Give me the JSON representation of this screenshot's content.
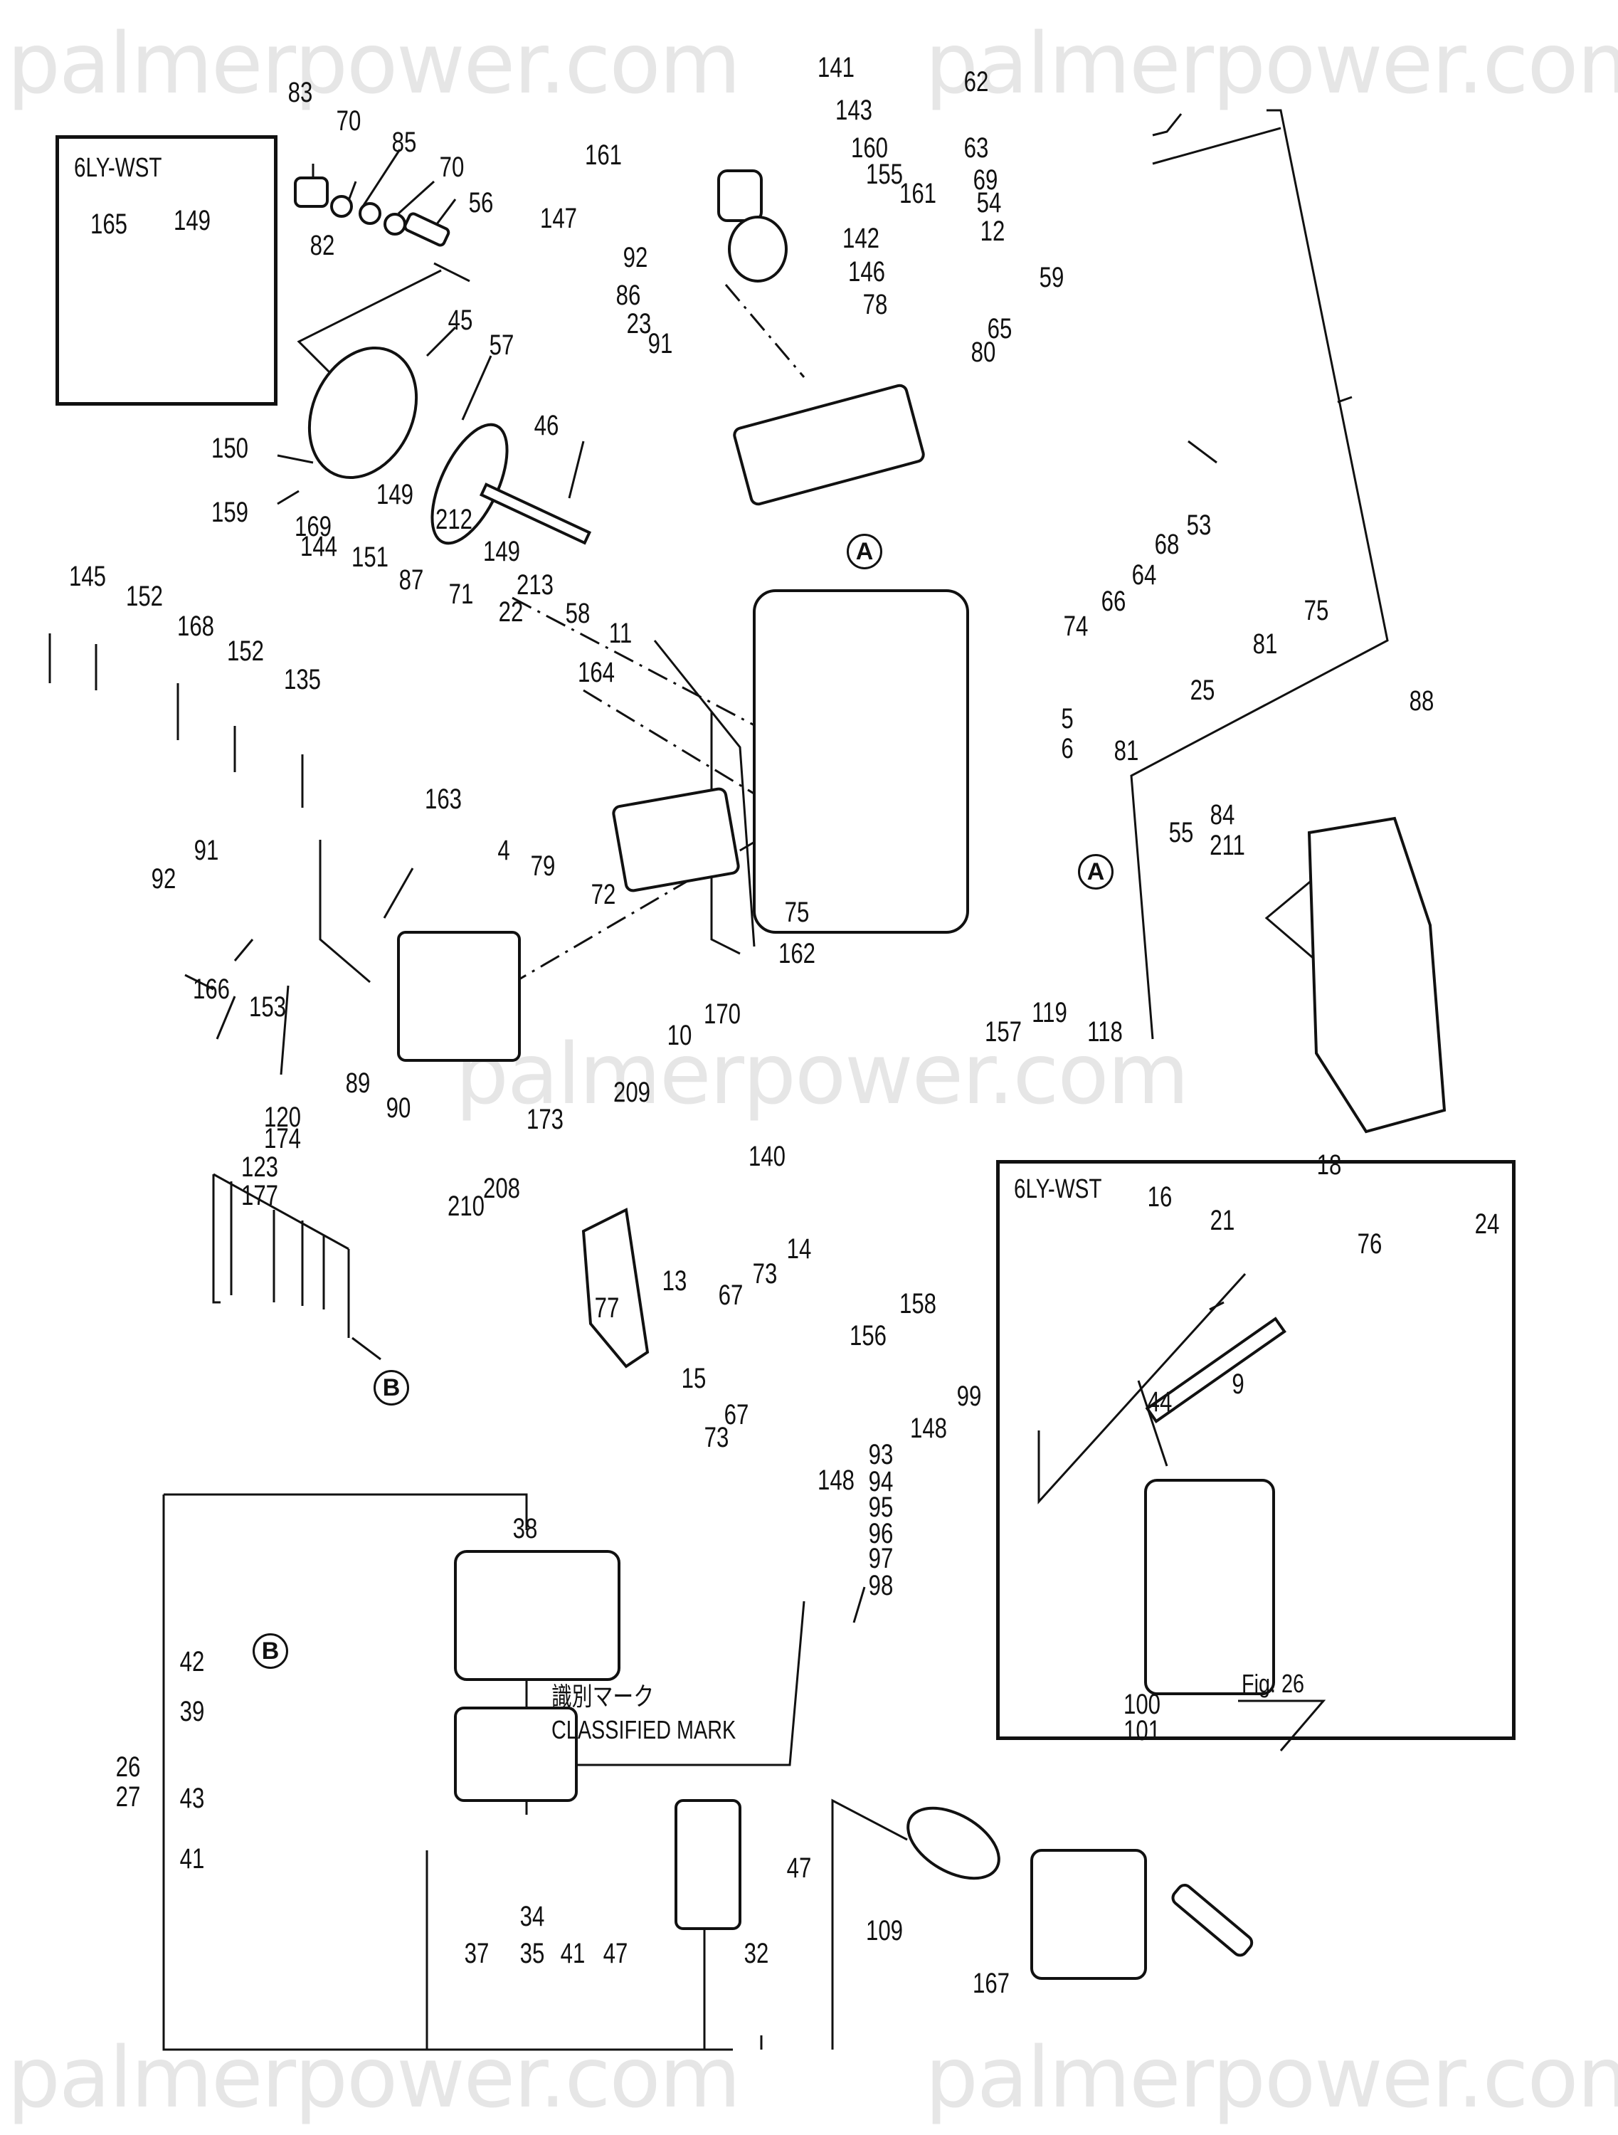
{
  "watermark": {
    "text": "palmerpower.com",
    "color": "#e6e6e6"
  },
  "inset_boxes": {
    "top_left_title": "6LY-WST",
    "right_title": "6LY-WST"
  },
  "reference_markers": {
    "A": "A",
    "B": "B"
  },
  "classified_mark": {
    "japanese": "識別マーク",
    "english": "CLASSIFIED MARK"
  },
  "figure_ref": "Fig. 26",
  "labels": {
    "l83": "83",
    "l70a": "70",
    "l85": "85",
    "l70b": "70",
    "l56": "56",
    "l82": "82",
    "l45": "45",
    "l57": "57",
    "l150": "150",
    "l159": "159",
    "l46": "46",
    "l169": "169",
    "l149a": "149",
    "l212": "212",
    "l149b": "149",
    "l213": "213",
    "l58": "58",
    "l11": "11",
    "l144": "144",
    "l151": "151",
    "l87": "87",
    "l71": "71",
    "l145": "145",
    "l152a": "152",
    "l168": "168",
    "l152b": "152",
    "l135": "135",
    "l22": "22",
    "l164": "164",
    "l163": "163",
    "l4": "4",
    "l79": "79",
    "l72": "72",
    "l91a": "91",
    "l92a": "92",
    "l166": "166",
    "l153": "153",
    "l89": "89",
    "l90": "90",
    "l165": "165",
    "l149c": "149",
    "l141": "141",
    "l143": "143",
    "l160": "160",
    "l155": "155",
    "l161a": "161",
    "l161b": "161",
    "l147": "147",
    "l92b": "92",
    "l86": "86",
    "l23": "23",
    "l91b": "91",
    "l142": "142",
    "l146": "146",
    "l78": "78",
    "l62": "62",
    "l63": "63",
    "l69": "69",
    "l54": "54",
    "l12": "12",
    "l59": "59",
    "l65": "65",
    "l80": "80",
    "l53": "53",
    "l68": "68",
    "l64": "64",
    "l66": "66",
    "l74": "74",
    "l75a": "75",
    "l81a": "81",
    "l25": "25",
    "l5": "5",
    "l6": "6",
    "l81b": "81",
    "l88": "88",
    "l55": "55",
    "l84": "84",
    "l211": "211",
    "l75b": "75",
    "l162": "162",
    "l119": "119",
    "l118": "118",
    "l157": "157",
    "l170": "170",
    "l10": "10",
    "l209": "209",
    "l140": "140",
    "l173": "173",
    "l208": "208",
    "l210": "210",
    "l120": "120",
    "l174": "174",
    "l123": "123",
    "l177": "177",
    "l13": "13",
    "l14": "14",
    "l73a": "73",
    "l67a": "67",
    "l77": "77",
    "l158": "158",
    "l156": "156",
    "l15": "15",
    "l99": "99",
    "l67b": "67",
    "l73b": "73",
    "l148a": "148",
    "l148b": "148",
    "l93": "93",
    "l94": "94",
    "l95": "95",
    "l96": "96",
    "l97": "97",
    "l98": "98",
    "l38": "38",
    "l42": "42",
    "l39": "39",
    "l26": "26",
    "l27": "27",
    "l43": "43",
    "l41a": "41",
    "l37": "37",
    "l34": "34",
    "l35": "35",
    "l41b": "41",
    "l47a": "47",
    "l47b": "47",
    "l32": "32",
    "l109": "109",
    "l167": "167",
    "l100": "100",
    "l101": "101",
    "l18": "18",
    "l16": "16",
    "l21": "21",
    "l24": "24",
    "l76": "76",
    "l9": "9",
    "l44": "44"
  }
}
